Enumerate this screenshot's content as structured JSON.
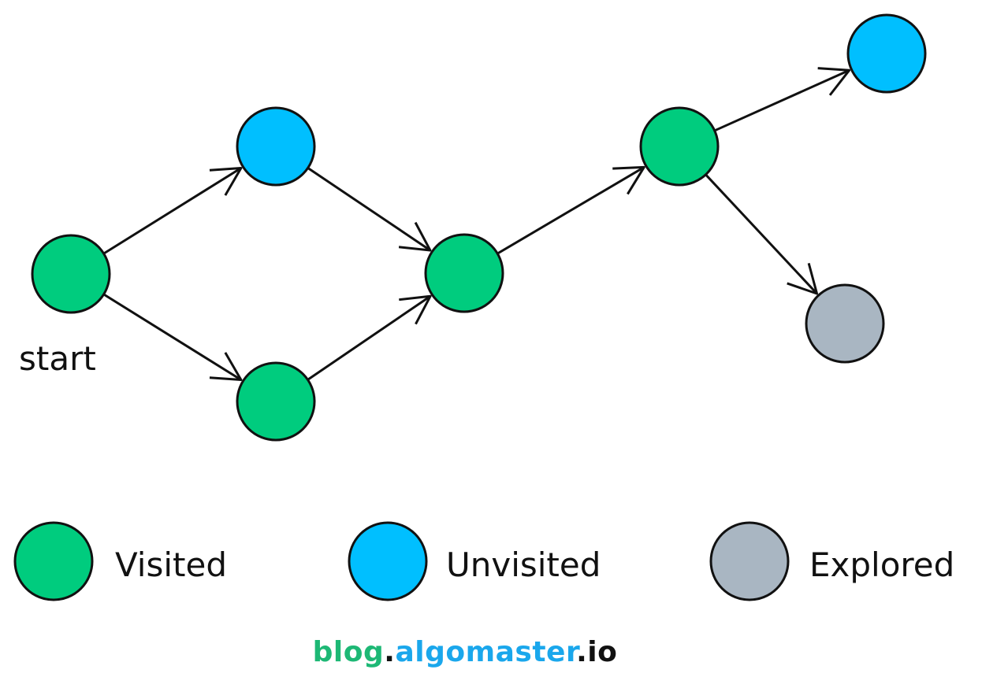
{
  "colors": {
    "visited": "#00CC7E",
    "unvisited": "#00BFFF",
    "explored": "#A9B6C2",
    "stroke": "#111111",
    "brand_green": "#1DB875",
    "brand_blue": "#1AA7EC",
    "brand_dark": "#111111"
  },
  "graph": {
    "start_label": "start",
    "nodes": [
      {
        "id": "n1",
        "state": "visited"
      },
      {
        "id": "n2",
        "state": "unvisited"
      },
      {
        "id": "n3",
        "state": "visited"
      },
      {
        "id": "n4",
        "state": "visited"
      },
      {
        "id": "n5",
        "state": "visited"
      },
      {
        "id": "n6",
        "state": "unvisited"
      },
      {
        "id": "n7",
        "state": "explored"
      }
    ],
    "edges": [
      {
        "from": "n1",
        "to": "n2"
      },
      {
        "from": "n1",
        "to": "n3"
      },
      {
        "from": "n2",
        "to": "n4"
      },
      {
        "from": "n3",
        "to": "n4"
      },
      {
        "from": "n4",
        "to": "n5"
      },
      {
        "from": "n5",
        "to": "n6"
      },
      {
        "from": "n5",
        "to": "n7"
      }
    ]
  },
  "legend": {
    "visited": "Visited",
    "unvisited": "Unvisited",
    "explored": "Explored"
  },
  "brand": {
    "part1": "blog",
    "dot1": ".",
    "part2": "algomaster",
    "dot2": ".",
    "part3": "io"
  }
}
